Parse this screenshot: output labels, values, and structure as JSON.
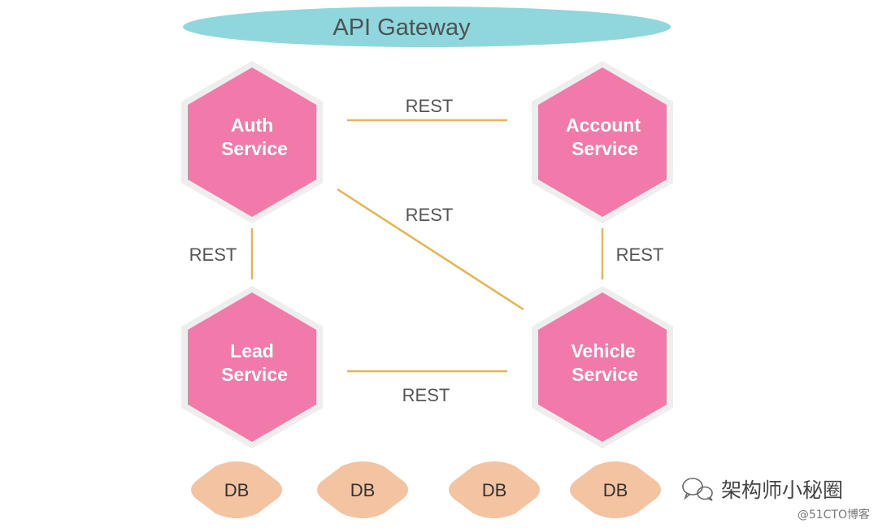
{
  "gateway": {
    "label": "API Gateway"
  },
  "services": {
    "auth": {
      "line1": "Auth",
      "line2": "Service"
    },
    "account": {
      "line1": "Account",
      "line2": "Service"
    },
    "lead": {
      "line1": "Lead",
      "line2": "Service"
    },
    "vehicle": {
      "line1": "Vehicle",
      "line2": "Service"
    }
  },
  "connections": [
    {
      "from": "auth",
      "to": "account",
      "label": "REST"
    },
    {
      "from": "auth",
      "to": "vehicle",
      "label": "REST"
    },
    {
      "from": "auth",
      "to": "lead",
      "label": "REST"
    },
    {
      "from": "account",
      "to": "vehicle",
      "label": "REST"
    },
    {
      "from": "lead",
      "to": "vehicle",
      "label": "REST"
    }
  ],
  "databases": [
    {
      "label": "DB"
    },
    {
      "label": "DB"
    },
    {
      "label": "DB"
    },
    {
      "label": "DB"
    }
  ],
  "watermark": {
    "logo_text": "架构师小秘圈",
    "credit": "@51CTO博客"
  },
  "colors": {
    "gateway_fill": "#8fd6dd",
    "service_fill": "#f27aab",
    "service_border": "#eeeeee",
    "connector": "#e6b450",
    "db_fill": "#f4c3a1"
  }
}
